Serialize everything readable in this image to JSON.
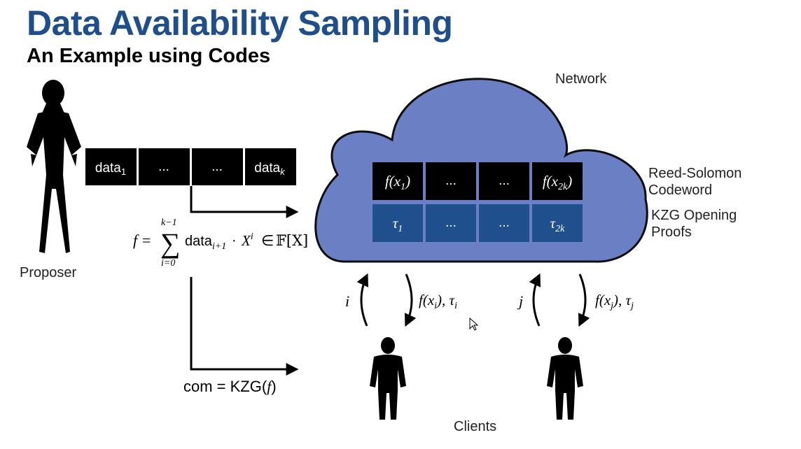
{
  "title": "Data Availability Sampling",
  "subtitle": "An Example using Codes",
  "labels": {
    "network": "Network",
    "proposer": "Proposer",
    "clients": "Clients",
    "rs_line1": "Reed-Solomon",
    "rs_line2": "Codeword",
    "kzg_line1": "KZG Opening",
    "kzg_line2": "Proofs"
  },
  "data_row": {
    "cells": [
      {
        "main": "data",
        "sub": "1"
      },
      {
        "main": "...",
        "sub": ""
      },
      {
        "main": "...",
        "sub": ""
      },
      {
        "main": "data",
        "sub": "k"
      }
    ]
  },
  "codeword_row": {
    "cells": [
      {
        "pre": "f(x",
        "sub": "1",
        "post": ")"
      },
      {
        "pre": "...",
        "sub": "",
        "post": ""
      },
      {
        "pre": "...",
        "sub": "",
        "post": ""
      },
      {
        "pre": "f(x",
        "sub": "2k",
        "post": ")"
      }
    ]
  },
  "proofs_row": {
    "cells": [
      {
        "pre": "τ",
        "sub": "1"
      },
      {
        "pre": "...",
        "sub": ""
      },
      {
        "pre": "...",
        "sub": ""
      },
      {
        "pre": "τ",
        "sub": "2k"
      }
    ]
  },
  "formula": {
    "lhs": "f =",
    "sum": "∑",
    "sum_upper": "k−1",
    "sum_lower": "i=0",
    "term": "data",
    "term_sub": "i+1",
    "dot": "·",
    "X": "X",
    "X_sup": "i",
    "in": "∈",
    "field": "𝔽[X]"
  },
  "commitment": {
    "com": "com = KZG(",
    "f": "f",
    "close": ")"
  },
  "queries": [
    {
      "index": "i",
      "response_pre": "f(x",
      "response_sub": "i",
      "response_mid": "), τ",
      "response_tau_sub": "i"
    },
    {
      "index": "j",
      "response_pre": "f(x",
      "response_sub": "j",
      "response_mid": "), τ",
      "response_tau_sub": "j"
    }
  ],
  "colors": {
    "title": "#1f4e8c",
    "cloud_fill": "#6b7fc4",
    "cloud_stroke": "#0d0d0d",
    "data_cell": "#000000",
    "proof_cell": "#1f4f8c"
  }
}
